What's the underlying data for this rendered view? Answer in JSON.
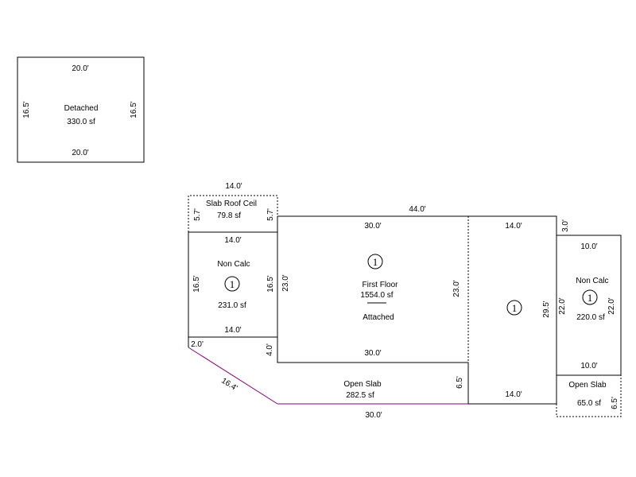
{
  "detached": {
    "top": "20.0'",
    "bottom": "20.0'",
    "left": "16.5'",
    "right": "16.5'",
    "name": "Detached",
    "area": "330.0 sf"
  },
  "slab_roof": {
    "top": "14.0'",
    "name": "Slab Roof Ceil",
    "area": "79.8 sf",
    "left": "5.7'",
    "right": "5.7'"
  },
  "non_calc_left": {
    "top": "14.0'",
    "bottom": "14.0'",
    "left": "16.5'",
    "right": "16.5'",
    "name": "Non Calc",
    "number": "1",
    "area": "231.0 sf"
  },
  "first_floor": {
    "overall_top": "44.0'",
    "top": "30.0'",
    "bottom": "30.0'",
    "left": "23.0'",
    "right": "23.0'",
    "number": "1",
    "name": "First Floor",
    "area": "1554.0 sf",
    "attached": "Attached"
  },
  "right_section": {
    "top": "14.0'",
    "bottom": "14.0'",
    "right": "29.5'",
    "number": "1"
  },
  "non_calc_right": {
    "offset": "3.0'",
    "top": "10.0'",
    "bottom": "10.0'",
    "left": "22.0'",
    "right": "22.0'",
    "name": "Non Calc",
    "number": "1",
    "area": "220.0 sf"
  },
  "open_slab": {
    "corner": "2.0'",
    "drop": "4.0'",
    "diagonal": "16.4'",
    "right": "6.5'",
    "name": "Open Slab",
    "area": "282.5 sf",
    "bottom": "30.0'"
  },
  "open_slab_right": {
    "name": "Open Slab",
    "area": "65.0 sf",
    "right": "6.5'"
  },
  "colors": {
    "line": "#000000",
    "slab_edge": "#800080"
  }
}
